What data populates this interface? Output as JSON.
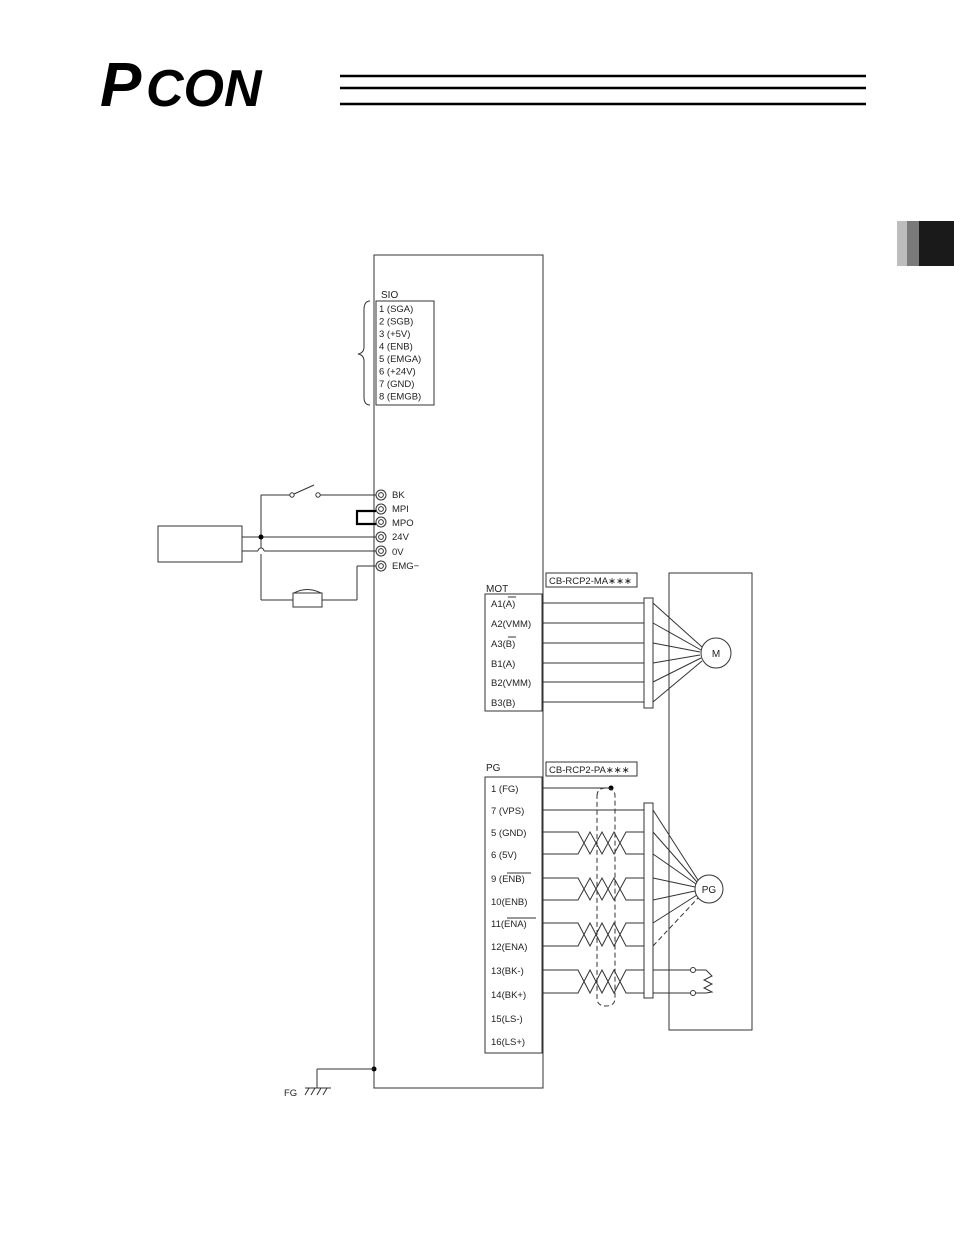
{
  "header": {
    "logo_p": "P",
    "logo_con": "CON"
  },
  "side_tab": {
    "colors": [
      "#bdbdbd",
      "#7a7a7a",
      "#1a1a1a"
    ]
  },
  "sio": {
    "title": "SIO",
    "pins": [
      "1 (SGA)",
      "2 (SGB)",
      "3 (+5V)",
      "4 (ENB)",
      "5 (EMGA)",
      "6 (+24V)",
      "7 (GND)",
      "8 (EMGB)"
    ]
  },
  "power_terminals": [
    "BK",
    "MPI",
    "MPO",
    "24V",
    "0V",
    "EMG−"
  ],
  "mot": {
    "title": "MOT",
    "cable": "CB-RCP2-MA∗∗∗",
    "pins": [
      "A1(A)",
      "A2(VMM)",
      "A3(B)",
      "B1(A)",
      "B2(VMM)",
      "B3(B)"
    ],
    "motor_label": "M"
  },
  "pg": {
    "title": "PG",
    "cable": "CB-RCP2-PA∗∗∗",
    "pins": [
      "1 (FG)",
      "7 (VPS)",
      "5 (GND)",
      "6 (5V)",
      "9 (ENB)",
      "10(ENB)",
      "11(ENA)",
      "12(ENA)",
      "13(BK-)",
      "14(BK+)",
      "15(LS-)",
      "16(LS+)"
    ],
    "encoder_label": "PG"
  },
  "ground_label": "FG"
}
